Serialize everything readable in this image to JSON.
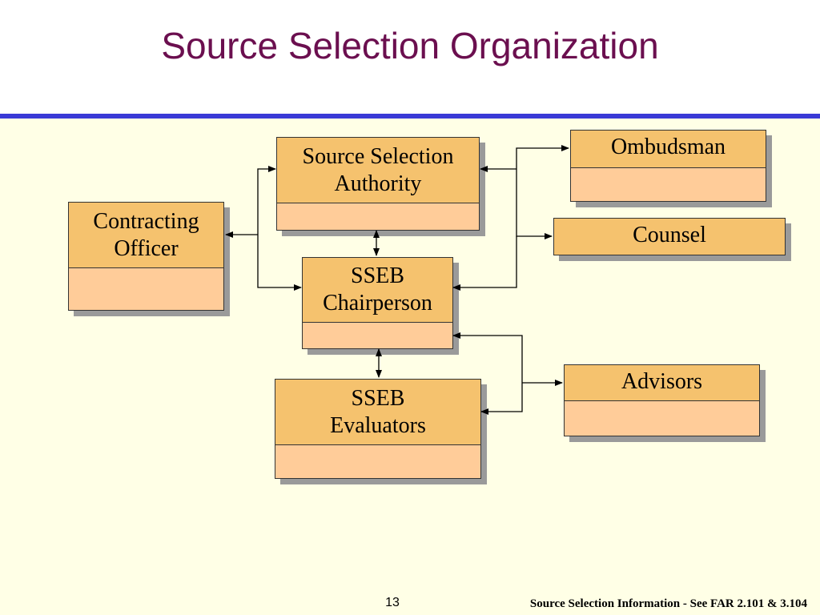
{
  "slide": {
    "title": "Source Selection Organization",
    "page_number": "13",
    "footer_note": "Source Selection Information - See FAR 2.101 & 3.104"
  },
  "nodes": {
    "ssa": {
      "line1": "Source Selection",
      "line2": "Authority"
    },
    "contracting_officer": {
      "line1": "Contracting",
      "line2": "Officer"
    },
    "chairperson": {
      "line1": "SSEB",
      "line2": "Chairperson"
    },
    "evaluators": {
      "line1": "SSEB",
      "line2": "Evaluators"
    },
    "ombudsman": {
      "line1": "Ombudsman"
    },
    "counsel": {
      "line1": "Counsel"
    },
    "advisors": {
      "line1": "Advisors"
    }
  },
  "colors": {
    "title": "#6b0f4f",
    "rule": "#3a3ad6",
    "background": "#ffffe6",
    "box_header": "#f5c26e",
    "box_body": "#ffcc99"
  }
}
